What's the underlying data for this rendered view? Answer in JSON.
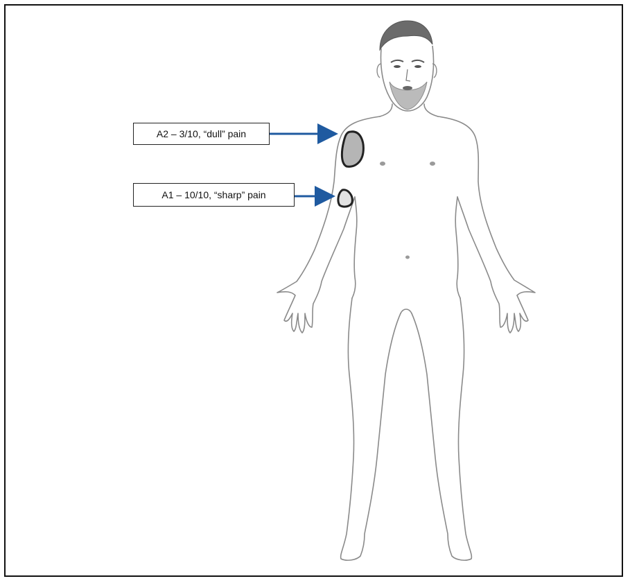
{
  "annotations": [
    {
      "id": "A2",
      "text": "A2 – 3/10, “dull” pain",
      "region": "shoulder",
      "severity": 3,
      "scale_max": 10,
      "quality": "dull"
    },
    {
      "id": "A1",
      "text": "A1 – 10/10, “sharp” pain",
      "region": "upper-arm",
      "severity": 10,
      "scale_max": 10,
      "quality": "sharp"
    }
  ],
  "colors": {
    "arrow": "#1f5aa0",
    "region_dull_fill": "#b5b5b5",
    "region_sharp_fill": "#e2e2e2",
    "outline": "#222222",
    "body_line": "#8a8a8a"
  }
}
